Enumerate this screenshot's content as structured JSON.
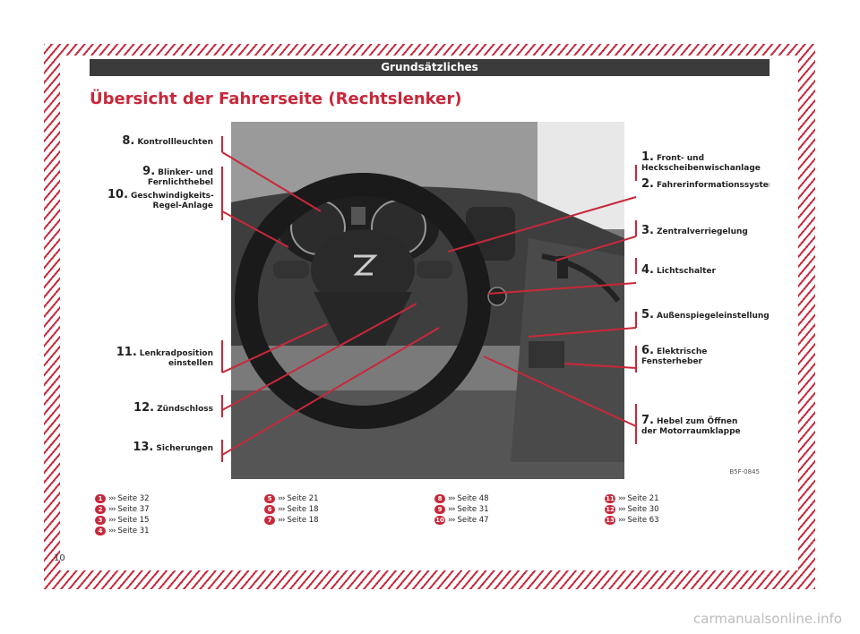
{
  "header": {
    "section_title": "Grundsätzliches"
  },
  "title": "Übersicht der Fahrerseite (Rechtslenker)",
  "figure": {
    "code": "B5F-0845",
    "labels_left": [
      {
        "num": "8.",
        "text": "Kontrollleuchten"
      },
      {
        "num": "9.",
        "text": "Blinker- und",
        "text2": "Fernlichthebel"
      },
      {
        "num": "10.",
        "text": "Geschwindigkeits-",
        "text2": "Regel-Anlage"
      },
      {
        "num": "11.",
        "text": "Lenkradposition",
        "text2": "einstellen"
      },
      {
        "num": "12.",
        "text": "Zündschloss"
      },
      {
        "num": "13.",
        "text": "Sicherungen"
      }
    ],
    "labels_right": [
      {
        "num": "1.",
        "text": "Front- und",
        "text2": "Heckscheibenwischanlage"
      },
      {
        "num": "2.",
        "text": "Fahrerinformationssystem"
      },
      {
        "num": "3.",
        "text": "Zentralverriegelung"
      },
      {
        "num": "4.",
        "text": "Lichtschalter"
      },
      {
        "num": "5.",
        "text": "Außenspiegeleinstellung"
      },
      {
        "num": "6.",
        "text": "Elektrische",
        "text2": "Fensterheber"
      },
      {
        "num": "7.",
        "text": "Hebel zum Öffnen",
        "text2": "der Motorraumklappe"
      }
    ]
  },
  "references": {
    "col1": [
      {
        "n": "1",
        "arrows": "›››",
        "text": "Seite 32"
      },
      {
        "n": "2",
        "arrows": "›››",
        "text": "Seite 37"
      },
      {
        "n": "3",
        "arrows": "›››",
        "text": "Seite 15"
      },
      {
        "n": "4",
        "arrows": "›››",
        "text": "Seite 31"
      }
    ],
    "col2": [
      {
        "n": "5",
        "arrows": "›››",
        "text": "Seite 21"
      },
      {
        "n": "6",
        "arrows": "›››",
        "text": "Seite 18"
      },
      {
        "n": "7",
        "arrows": "›››",
        "text": "Seite 18"
      }
    ],
    "col3": [
      {
        "n": "8",
        "arrows": "›››",
        "text": "Seite 48"
      },
      {
        "n": "9",
        "arrows": "›››",
        "text": "Seite 31"
      },
      {
        "n": "10",
        "arrows": "›››",
        "text": "Seite 47"
      }
    ],
    "col4": [
      {
        "n": "11",
        "arrows": "›››",
        "text": "Seite 21"
      },
      {
        "n": "12",
        "arrows": "›››",
        "text": "Seite 30"
      },
      {
        "n": "13",
        "arrows": "›››",
        "text": "Seite 63"
      }
    ]
  },
  "page_number": "10",
  "watermark": "carmanualsonline.info",
  "colors": {
    "accent": "#c8283a",
    "header_bg": "#3b3b3b"
  }
}
